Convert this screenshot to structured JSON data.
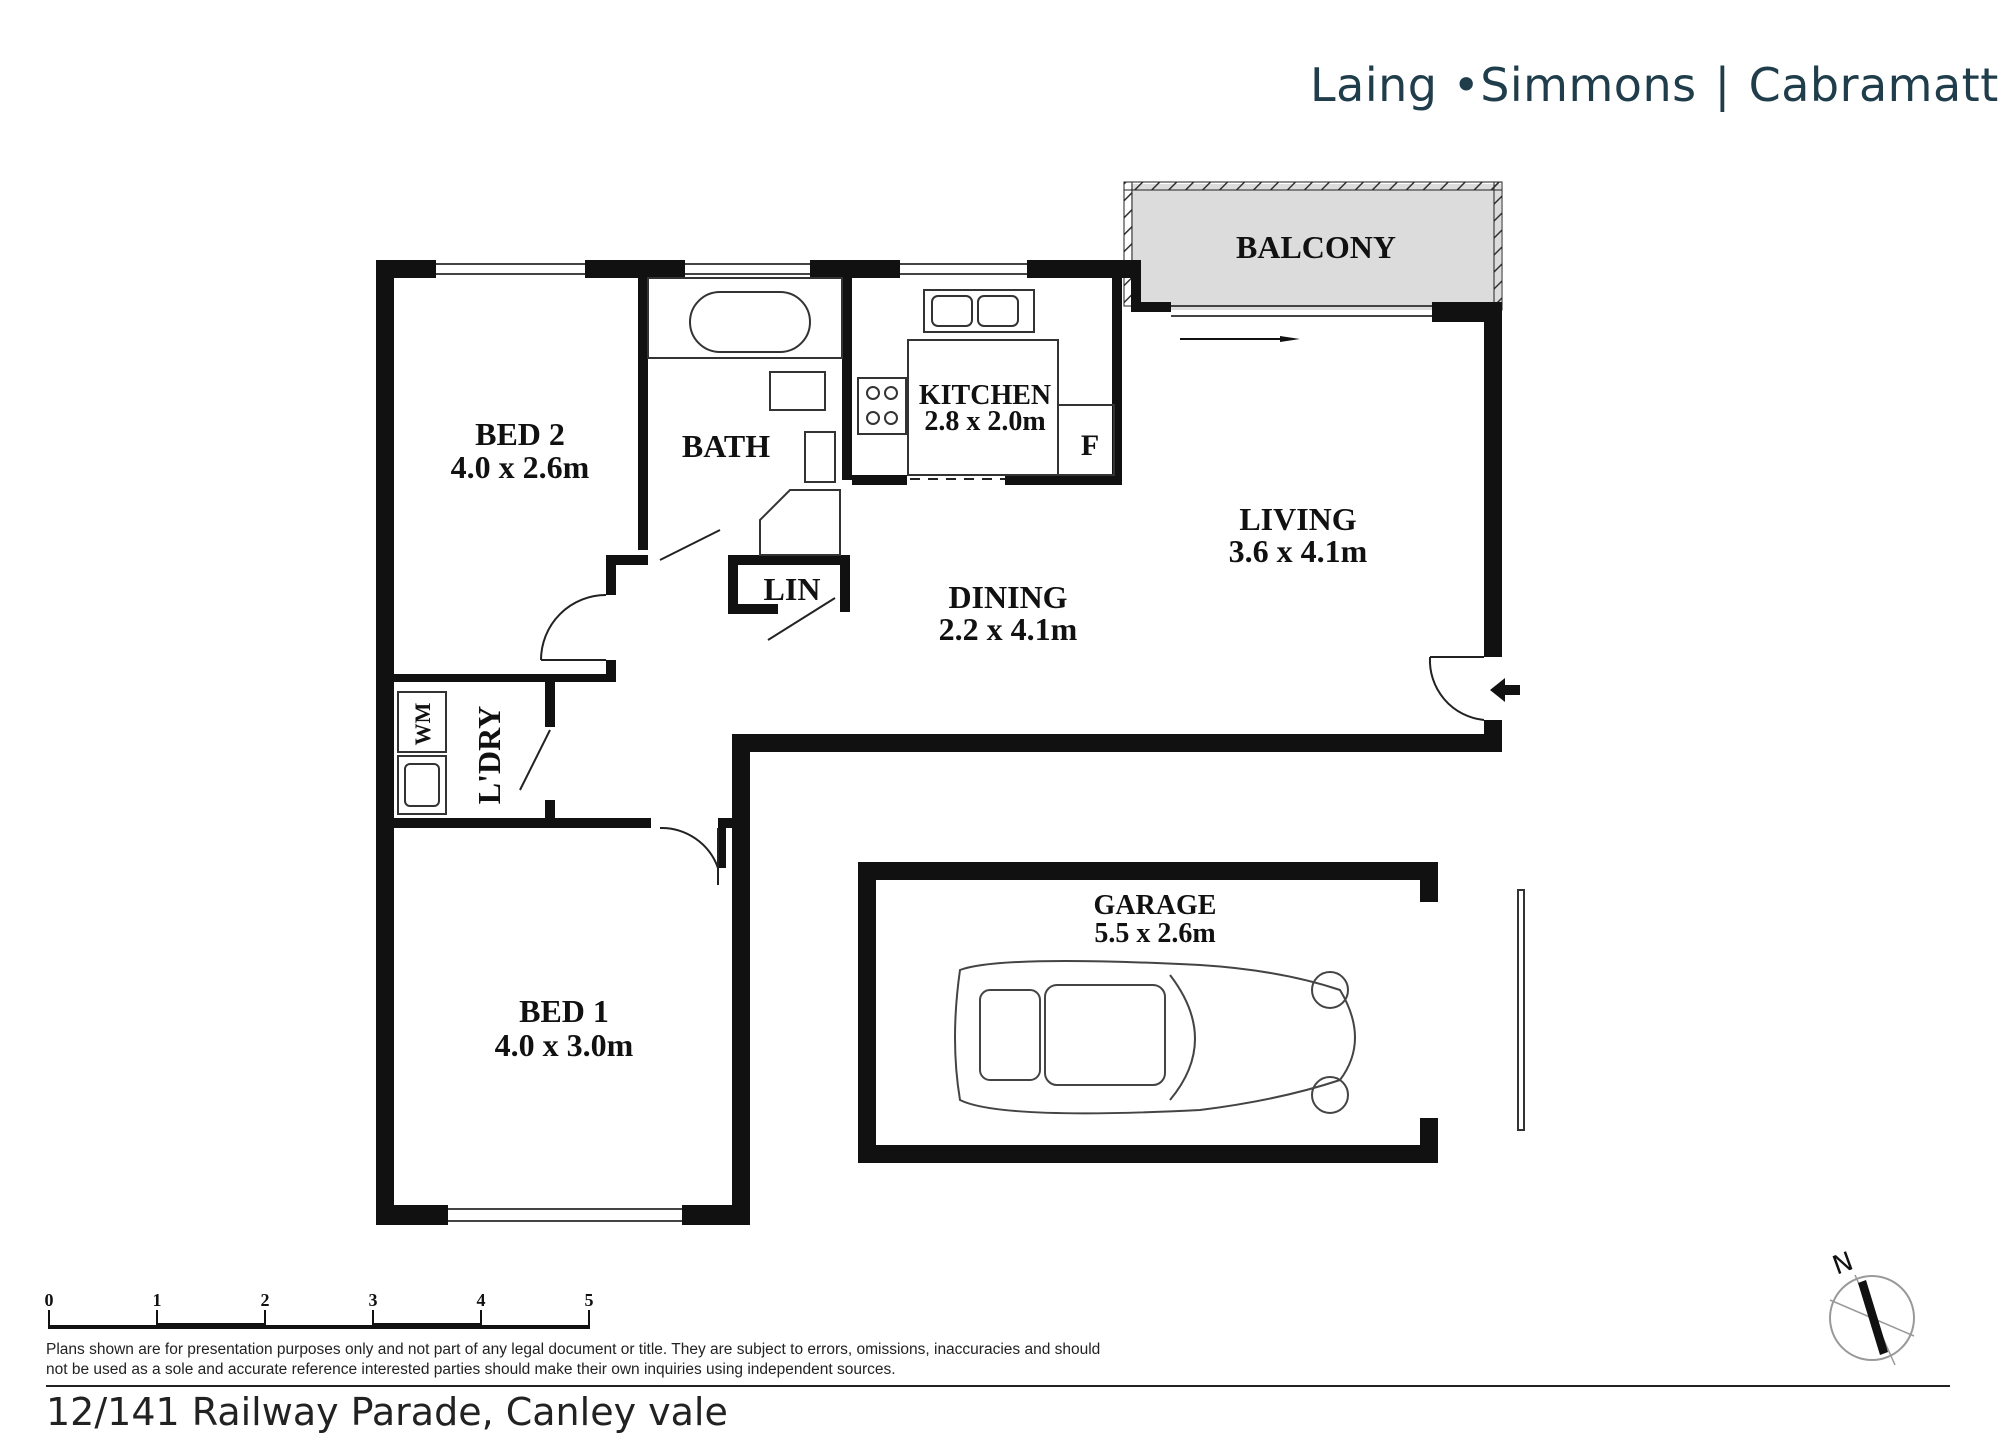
{
  "brand": {
    "name": "Laing •Simmons",
    "separator": "|",
    "location": "Cabramatta"
  },
  "rooms": {
    "balcony": {
      "name": "BALCONY"
    },
    "kitchen": {
      "name": "KITCHEN",
      "size": "2.8 x 2.0m"
    },
    "fridge": {
      "name": "F"
    },
    "bed2": {
      "name": "BED 2",
      "size": "4.0 x 2.6m"
    },
    "bath": {
      "name": "BATH"
    },
    "living": {
      "name": "LIVING",
      "size": "3.6 x 4.1m"
    },
    "dining": {
      "name": "DINING",
      "size": "2.2 x 4.1m"
    },
    "lin": {
      "name": "LIN"
    },
    "wm": {
      "name": "WM"
    },
    "laundry": {
      "name": "L'DRY"
    },
    "garage": {
      "name": "GARAGE",
      "size": "5.5 x 2.6m"
    },
    "bed1": {
      "name": "BED 1",
      "size": "4.0 x 3.0m"
    }
  },
  "scale_bar": {
    "labels": [
      "0",
      "1",
      "2",
      "3",
      "4",
      "5"
    ]
  },
  "compass": {
    "label": "N"
  },
  "disclaimer": "Plans shown are for presentation purposes only and not part of any legal document or title. They are subject to errors, omissions, inaccuracies and should not be used as a sole and accurate reference interested parties should make their own inquiries using independent sources.",
  "address": "12/141 Railway Parade, Canley vale"
}
